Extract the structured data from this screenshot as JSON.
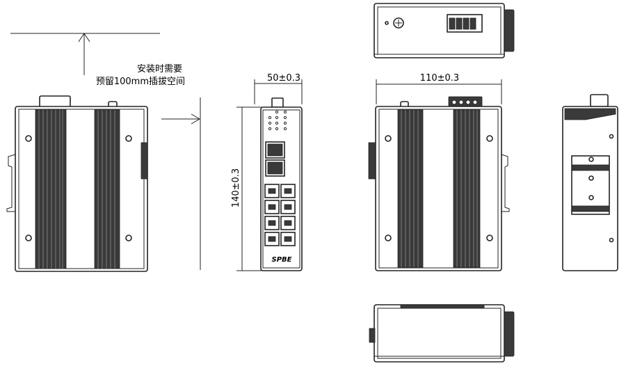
{
  "annotation": {
    "line1": "安装时需要",
    "line2": "预留100mm插拔空间"
  },
  "dimensions": {
    "width": "50±0.3",
    "length": "110±0.3",
    "height": "140±0.3"
  },
  "brand_logo": "SPBE",
  "colors": {
    "line": "#222222",
    "fin": "#3a3a3a",
    "background": "#ffffff"
  }
}
